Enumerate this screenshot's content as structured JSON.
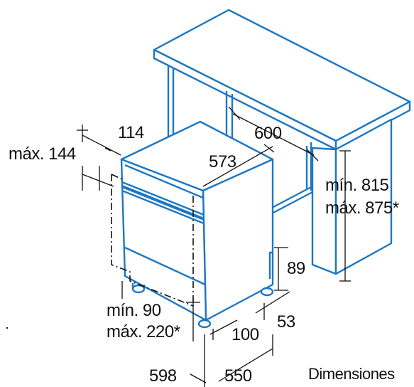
{
  "labels": {
    "d114": "114",
    "dmax144": "máx. 144",
    "d600": "600",
    "d573": "573",
    "dmin815": "mín. 815",
    "dmax875": "máx. 875*",
    "d89": "89",
    "d53": "53",
    "dmin90": "mín. 90",
    "dmax220": "máx. 220*",
    "d100": "100",
    "d598": "598",
    "d550": "550",
    "caption": "Dimensiones"
  },
  "colors": {
    "outline": "#1c77c3",
    "dimension": "#111111",
    "background": "#ffffff"
  }
}
